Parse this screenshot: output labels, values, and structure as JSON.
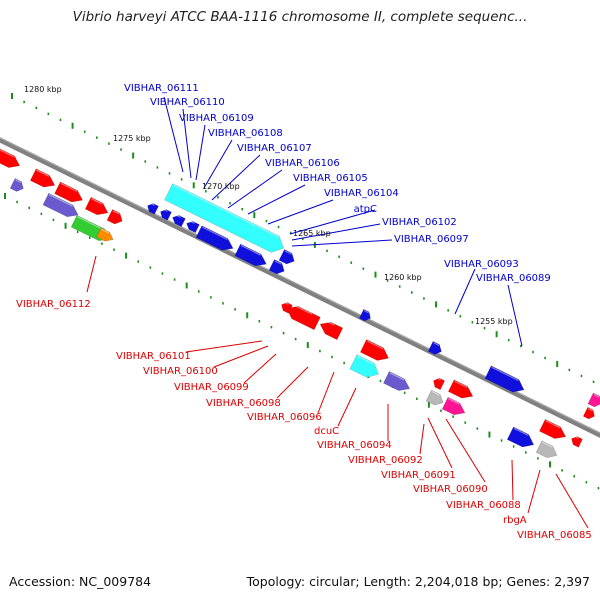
{
  "title": "Vibrio harveyi ATCC BAA-1116 chromosome II, complete sequenc...",
  "footer": {
    "accession": "Accession: NC_009784",
    "summary": "Topology: circular; Length: 2,204,018 bp; Genes: 2,397"
  },
  "colors": {
    "backbone": "#808080",
    "forward_label": "#0000cc",
    "reverse_label": "#dd0000",
    "ruler_tick": "#1a8f1a",
    "gene_red": "#ff0000",
    "gene_blue": "#1010dd",
    "gene_cyan": "#33ffff",
    "gene_slate": "#6a5acd",
    "gene_green": "#33cc33",
    "gene_orange": "#ff8c00",
    "gene_magenta": "#ff1493",
    "gene_gray": "#b8b8b8"
  },
  "ruler_labels": [
    "1280 kbp",
    "1275 kbp",
    "1270 kbp",
    "1265 kbp",
    "1260 kbp",
    "1255 kbp"
  ],
  "forward_labels": [
    "VIBHAR_06111",
    "VIBHAR_06110",
    "VIBHAR_06109",
    "VIBHAR_06108",
    "VIBHAR_06107",
    "VIBHAR_06106",
    "VIBHAR_06105",
    "VIBHAR_06104",
    "atpC",
    "VIBHAR_06102",
    "VIBHAR_06097",
    "VIBHAR_06093",
    "VIBHAR_06089"
  ],
  "reverse_labels": [
    "VIBHAR_06112",
    "VIBHAR_06101",
    "VIBHAR_06100",
    "VIBHAR_06099",
    "VIBHAR_06098",
    "VIBHAR_06096",
    "dcuC",
    "VIBHAR_06094",
    "VIBHAR_06092",
    "VIBHAR_06091",
    "VIBHAR_06090",
    "VIBHAR_06088",
    "rbgA",
    "VIBHAR_06085"
  ]
}
